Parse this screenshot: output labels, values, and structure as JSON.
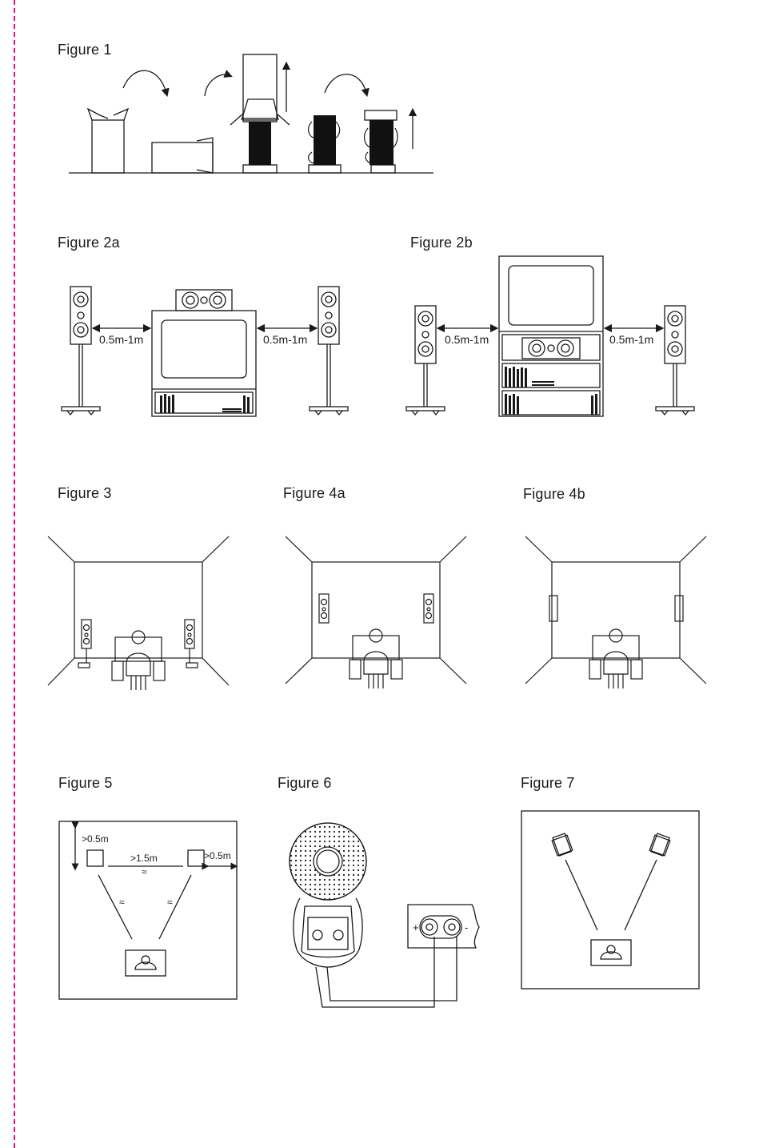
{
  "colors": {
    "margin_dash": "#d0197d",
    "ink": "#1a1a1a",
    "paper": "#ffffff"
  },
  "figures": {
    "fig1": {
      "label": "Figure 1"
    },
    "fig2a": {
      "label": "Figure 2a",
      "left_distance": "0.5m-1m",
      "right_distance": "0.5m-1m"
    },
    "fig2b": {
      "label": "Figure 2b",
      "left_distance": "0.5m-1m",
      "right_distance": "0.5m-1m"
    },
    "fig3": {
      "label": "Figure 3"
    },
    "fig4a": {
      "label": "Figure 4a"
    },
    "fig4b": {
      "label": "Figure 4b"
    },
    "fig5": {
      "label": "Figure 5",
      "wall_distance": ">0.5m",
      "speaker_spacing": ">1.5m",
      "side_distance": ">0.5m",
      "approx": "≈"
    },
    "fig6": {
      "label": "Figure 6",
      "plus": "+",
      "minus": "-"
    },
    "fig7": {
      "label": "Figure 7"
    }
  }
}
